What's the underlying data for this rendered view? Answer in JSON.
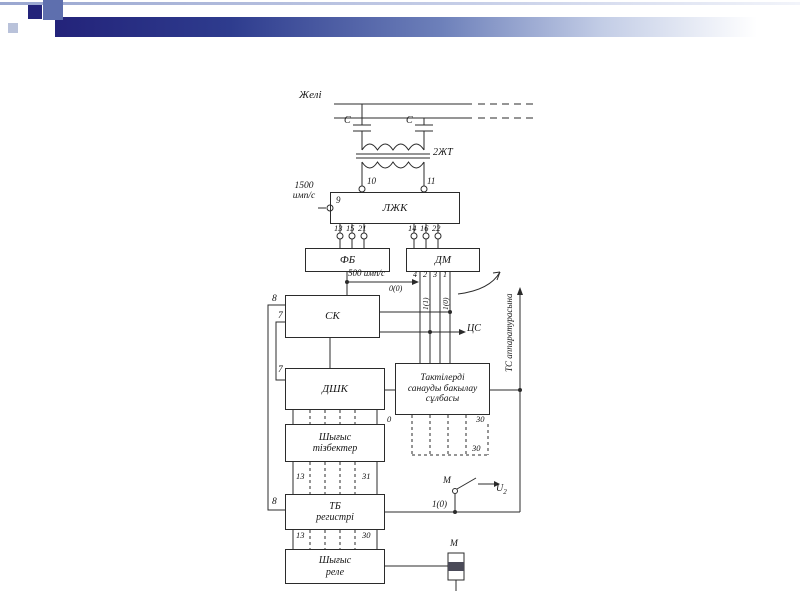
{
  "slide": {
    "colors": {
      "bar_navy": "#23237a",
      "bar_mid_blue": "#5e6fae",
      "bar_light": "#c3cde6",
      "line_color": "#2b2b2b",
      "background": "#ffffff"
    }
  },
  "diagram": {
    "net": "Желі",
    "cap_left": "С",
    "cap_right": "С",
    "transformer": "2ЖТ",
    "pulse_1500": "1500\nимп/с",
    "pin_9": "9",
    "pin_10": "10",
    "pin_11": "11",
    "box_lzhk": "ЛЖК",
    "pin_13": "13",
    "pin_15": "15",
    "pin_21": "21",
    "pin_14": "14",
    "pin_16": "16",
    "pin_22": "22",
    "box_fb": "ФБ",
    "box_dm": "ДМ",
    "pulse_500": "500 имп/с",
    "bus_4": "4",
    "bus_2": "2",
    "bus_3": "3",
    "bus_1": "1",
    "val_00": "0(0)",
    "val_11": "1(1)",
    "val_10_bus": "1(0)",
    "box_sk": "СК",
    "pin_8_sk": "8",
    "pin_7_sk": "7",
    "pin_7_dshk": "7",
    "pin_8_tb": "8",
    "cs": "ЦС",
    "ts_label": "ТС аппаратурасына",
    "box_dshk": "ДШК",
    "box_takt": "Тактілерді\nсанауды бакылау\nсұлбасы",
    "box_out_chains": "Шығыс\nтізбектер",
    "range_0": "0",
    "range_30_top": "30",
    "range_30_mid": "30",
    "pin_13_a": "13",
    "pin_31": "31",
    "box_tb": "ТБ\nрегистрі",
    "val_1_0": "1(0)",
    "m_switch": "М",
    "u2_base": "U",
    "u2_sub": "2",
    "pin_13_b": "13",
    "pin_30": "30",
    "box_out_relay": "Шығыс\nреле",
    "m_relay": "М"
  }
}
